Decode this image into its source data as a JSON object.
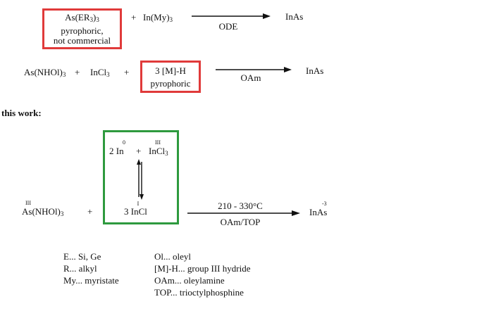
{
  "reaction1": {
    "reagent_a_base": "As(ER",
    "reagent_a_sub": "3",
    "reagent_a_end": ")",
    "reagent_a_sub2": "3",
    "reagent_a_note1": "pyrophoric,",
    "reagent_a_note2": "not commercial",
    "plus": "+",
    "reagent_b_base": "In(My)",
    "reagent_b_sub": "3",
    "condition": "ODE",
    "product": "InAs"
  },
  "reaction2": {
    "reagent_a_base": "As(NHOl)",
    "reagent_a_sub": "3",
    "plus1": "+",
    "reagent_b_base": "InCl",
    "reagent_b_sub": "3",
    "plus2": "+",
    "reagent_c": "3 [M]-H",
    "reagent_c_note": "pyrophoric",
    "condition": "OAm",
    "product": "InAs"
  },
  "this_work": {
    "heading": "this work:",
    "box_top_left": "2 In",
    "box_top_left_ox": "0",
    "box_plus": "+",
    "box_top_right_base": "InCl",
    "box_top_right_sub": "3",
    "box_top_right_ox": "III",
    "box_bottom": "3 InCl",
    "box_bottom_ox": "I",
    "reagent_base": "As(NHOl)",
    "reagent_sub": "3",
    "reagent_ox": "III",
    "plus": "+",
    "condition_top": "210 - 330°C",
    "condition_bottom": "OAm/TOP",
    "product": "InAs",
    "product_ox": "-3"
  },
  "legend": {
    "col1": [
      "E... Si, Ge",
      "R... alkyl",
      "My... myristate"
    ],
    "col2": [
      "Ol... oleyl",
      "[M]-H... group III hydride",
      "OAm... oleylamine",
      "TOP... trioctylphosphine"
    ]
  },
  "colors": {
    "red_box": "#e03a3a",
    "green_box": "#2e9a3e",
    "text": "#111111"
  }
}
